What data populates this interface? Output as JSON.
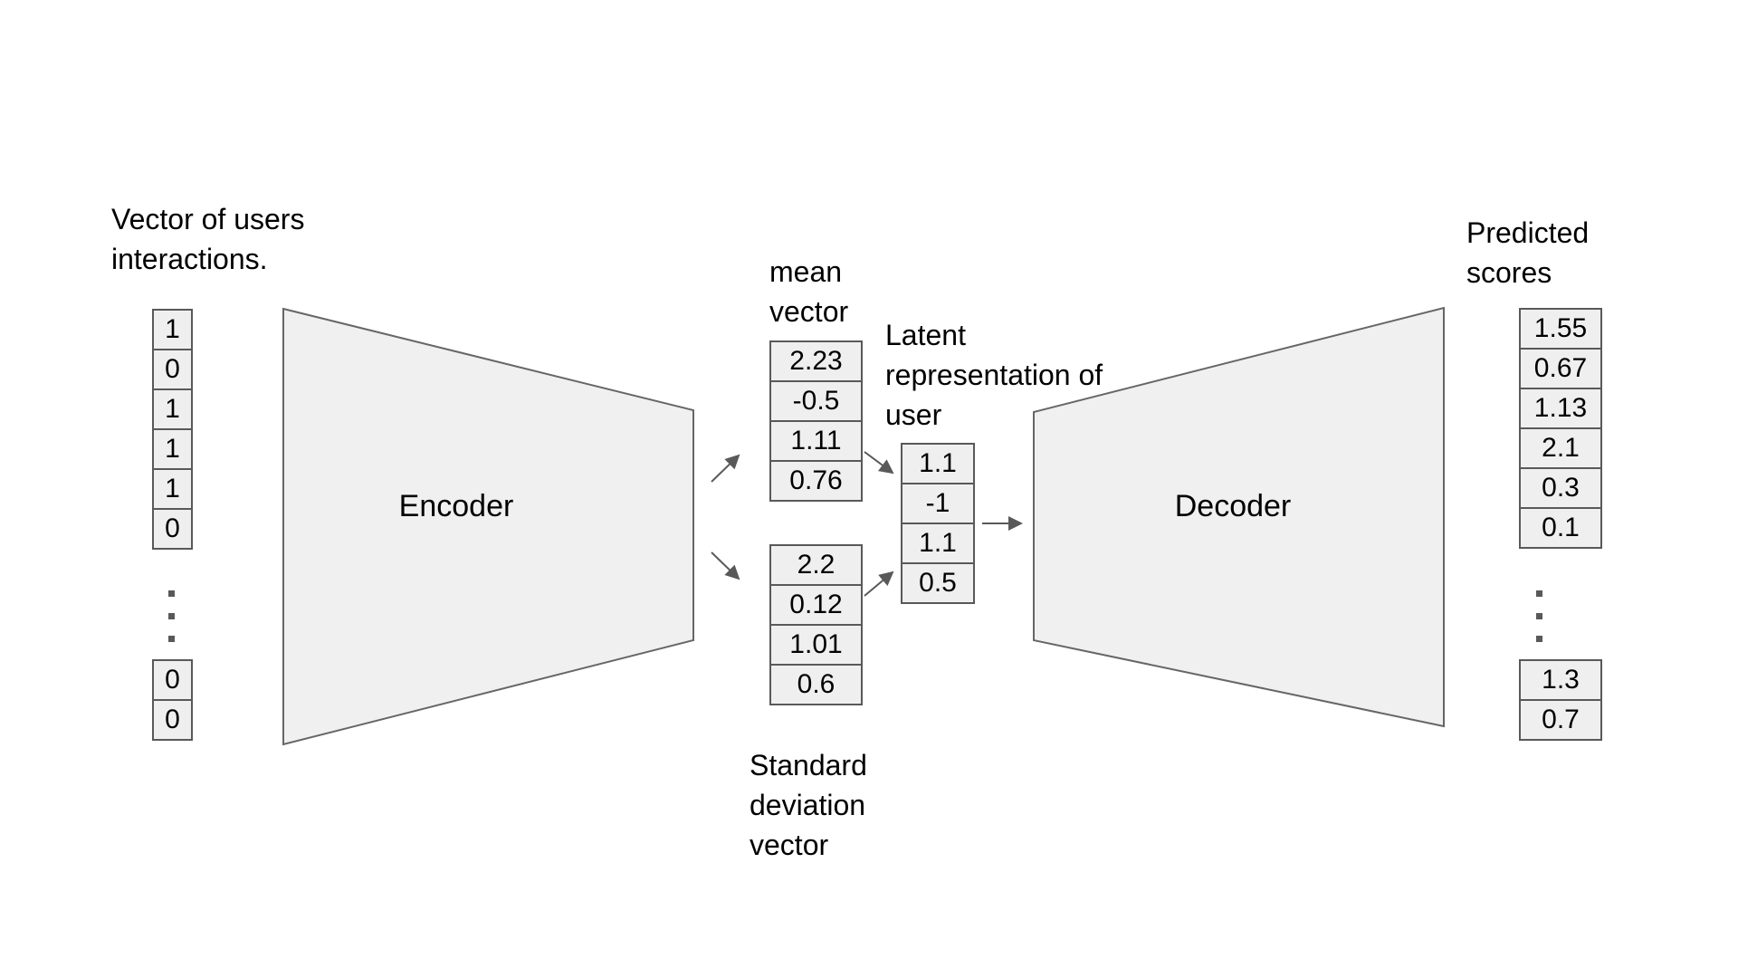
{
  "diagram": {
    "input": {
      "label": "Vector of users\ninteractions.",
      "cells": [
        "1",
        "0",
        "1",
        "1",
        "1",
        "0"
      ],
      "cells_bottom": [
        "0",
        "0"
      ]
    },
    "encoder": {
      "label": "Encoder"
    },
    "mean_vector": {
      "label": "mean\nvector",
      "cells": [
        "2.23",
        "-0.5",
        "1.11",
        "0.76"
      ]
    },
    "std_vector": {
      "label": "Standard\ndeviation\nvector",
      "cells": [
        "2.2",
        "0.12",
        "1.01",
        "0.6"
      ]
    },
    "latent": {
      "label": "Latent\nrepresentation of\nuser",
      "cells": [
        "1.1",
        "-1",
        "1.1",
        "0.5"
      ]
    },
    "decoder": {
      "label": "Decoder"
    },
    "output": {
      "label": "Predicted\nscores",
      "cells": [
        "1.55",
        "0.67",
        "1.13",
        "2.1",
        "0.3",
        "0.1"
      ],
      "cells_bottom": [
        "1.3",
        "0.7"
      ]
    },
    "colors": {
      "cell_fill": "#efefef",
      "cell_stroke": "#595959",
      "shape_fill": "#f0f0f0",
      "shape_stroke": "#666666",
      "text": "#000000"
    }
  }
}
